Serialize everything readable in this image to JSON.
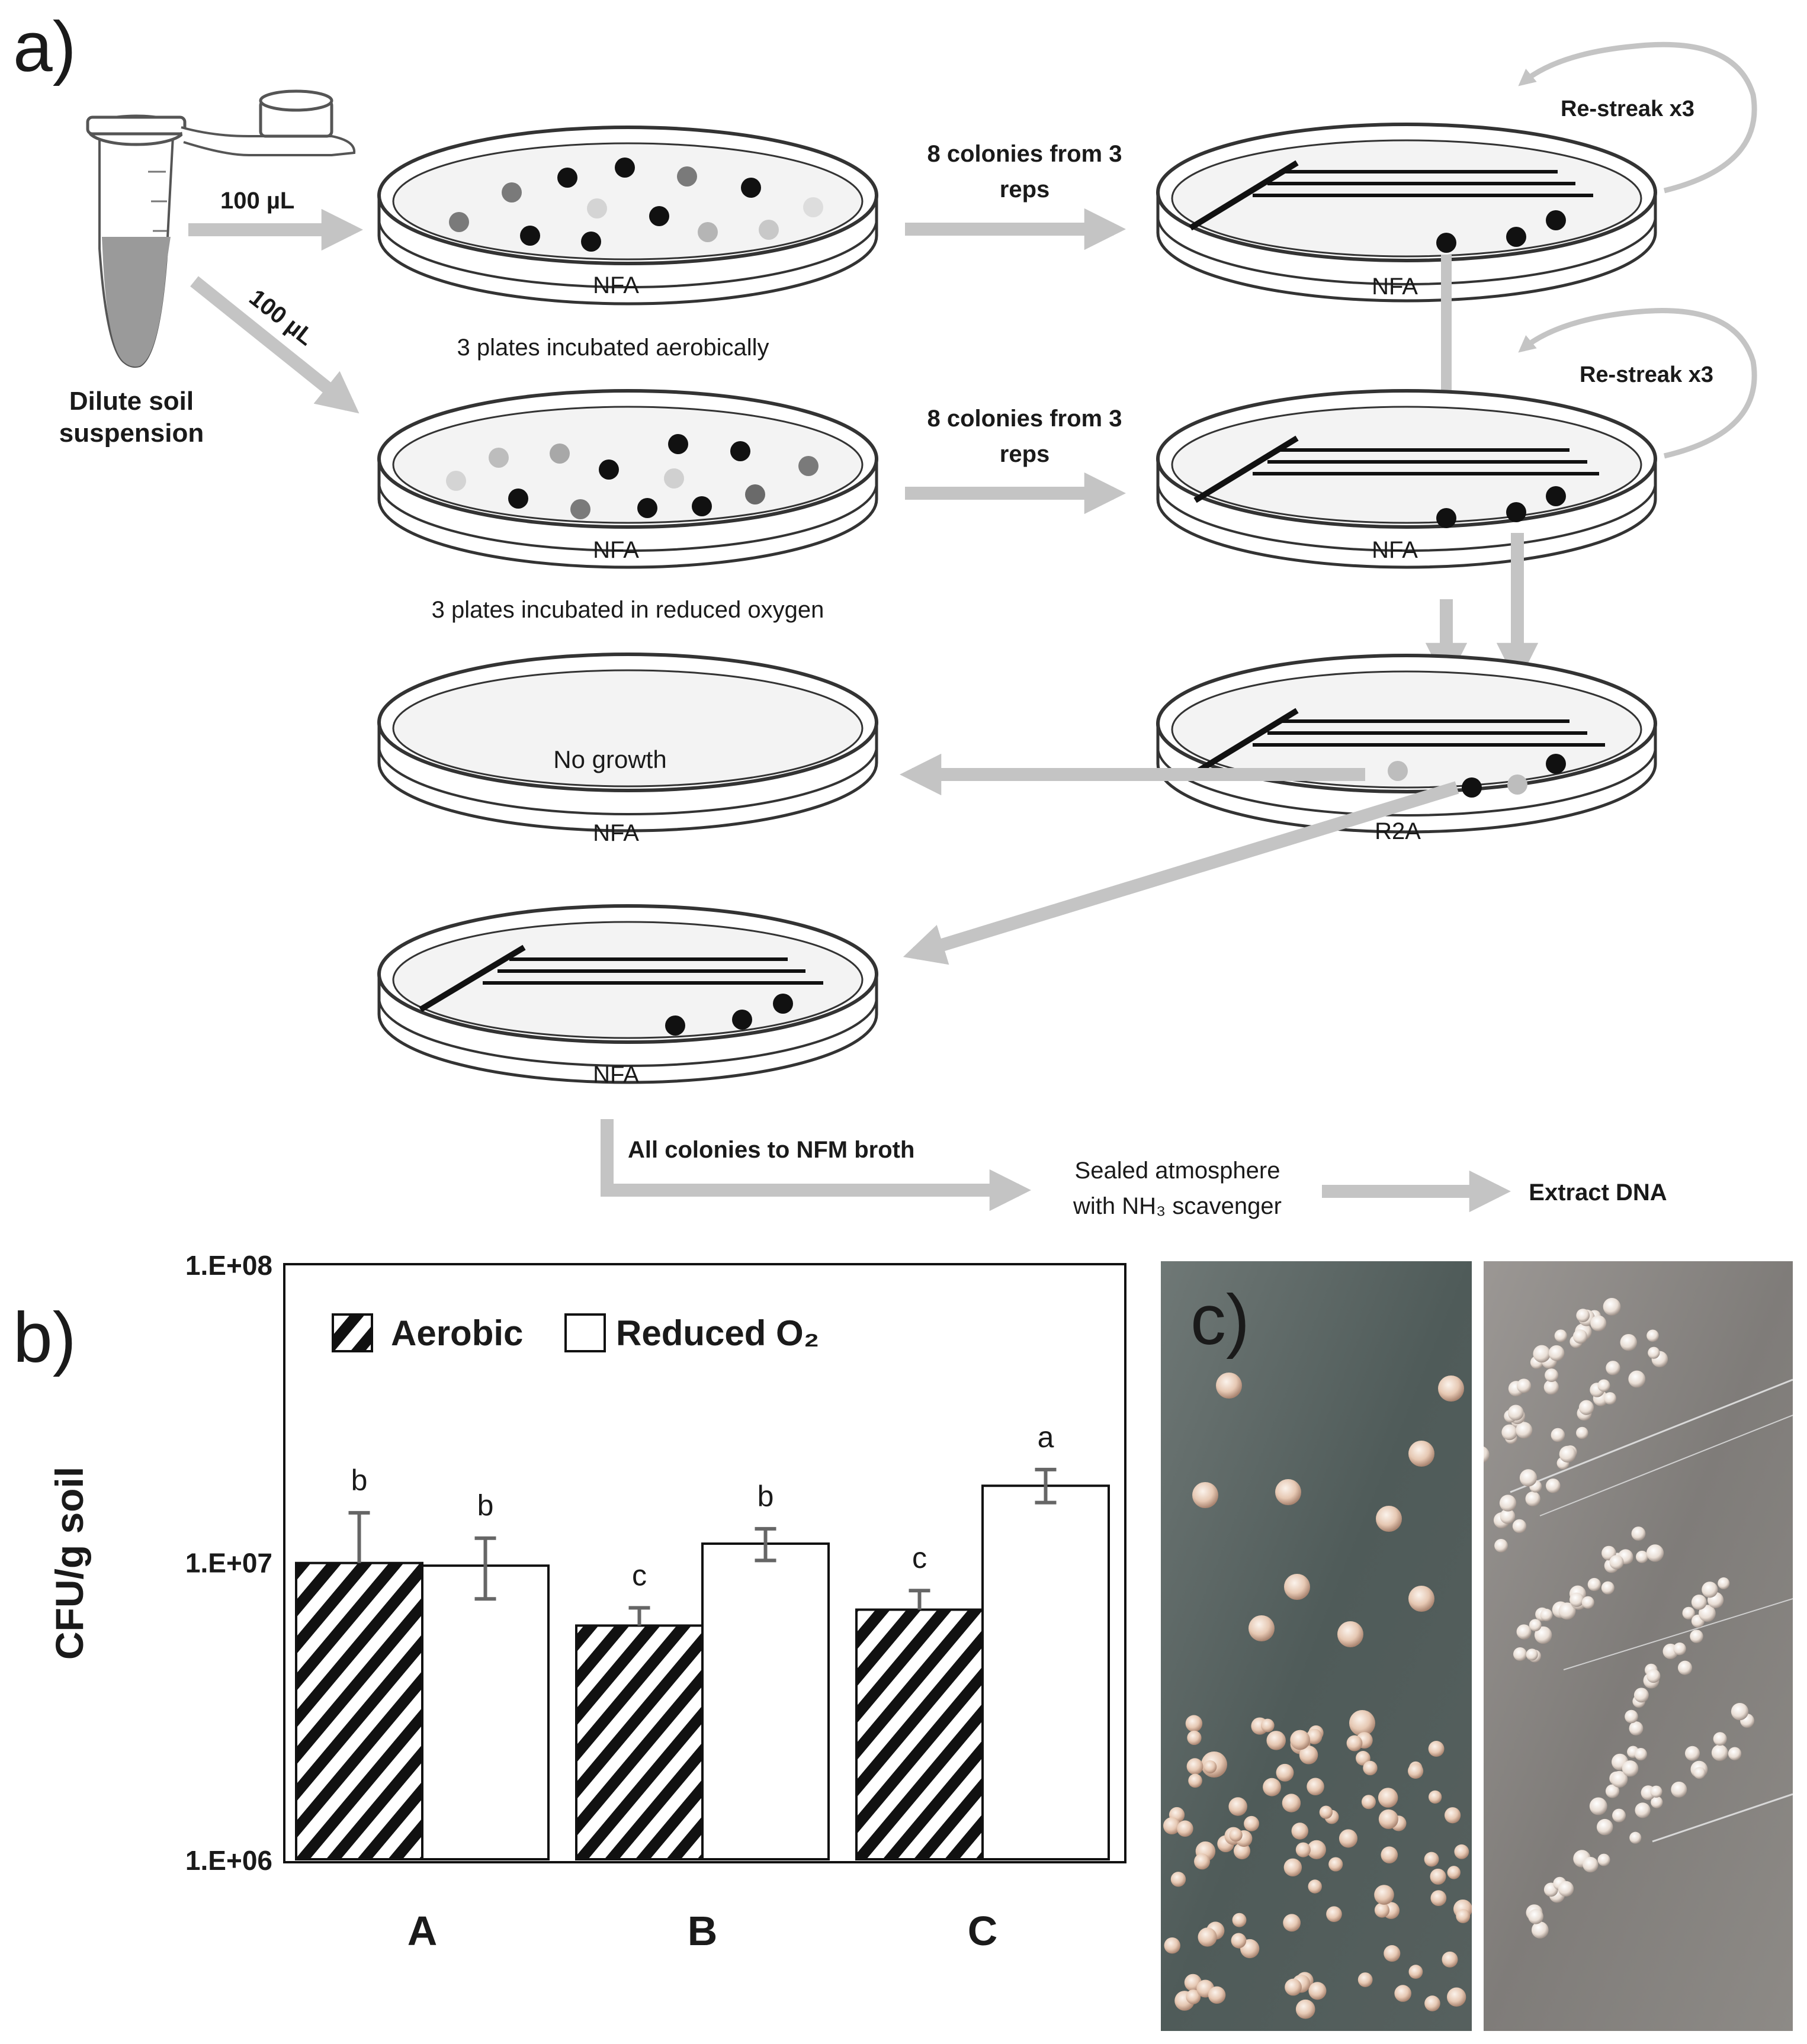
{
  "panels": {
    "a": "a)",
    "b": "b)",
    "c": "c)"
  },
  "panel_a": {
    "tube_label_1": "Dilute soil",
    "tube_label_2": "suspension",
    "volume_1": "100 µL",
    "volume_2": "100 µL",
    "plates": {
      "aerobic": "NFA",
      "reduced": "NFA",
      "restreak_1": "NFA",
      "restreak_2": "NFA",
      "r2a": "R2A",
      "no_growth": "NFA",
      "final": "NFA"
    },
    "no_growth_text": "No growth",
    "caption_aerobic": "3 plates incubated aerobically",
    "caption_reduced": "3 plates incubated in reduced oxygen",
    "arrow_label_1a": "8 colonies from 3",
    "arrow_label_1b": "reps",
    "arrow_label_2a": "8 colonies from 3",
    "arrow_label_2b": "reps",
    "restreak_1": "Re-streak x3",
    "restreak_2": "Re-streak x3",
    "step_broth": "All colonies to NFM broth",
    "step_sealed_1": "Sealed atmosphere",
    "step_sealed_2": "with NH₃ scavenger",
    "step_extract": "Extract DNA"
  },
  "chart_data": {
    "type": "bar",
    "y_scale": "log",
    "ylabel": "CFU/g soil",
    "xlabel": "",
    "ylim": [
      1000000,
      100000000
    ],
    "yticks": [
      "1.E+06",
      "1.E+07",
      "1.E+08"
    ],
    "categories": [
      "A",
      "B",
      "C"
    ],
    "legend_position": "top-left",
    "series": [
      {
        "name": "Aerobic",
        "pattern": "diagonal-hatch",
        "values": [
          9900000,
          6100000,
          6900000
        ],
        "error_upper": [
          14600000,
          7000000,
          8000000
        ],
        "error_lower": [
          9900000,
          6100000,
          6900000
        ],
        "letters": [
          "b",
          "c",
          "c"
        ]
      },
      {
        "name": "Reduced O₂",
        "pattern": "open",
        "values": [
          9700000,
          11500000,
          18000000
        ],
        "error_upper": [
          12000000,
          12900000,
          20400000
        ],
        "error_lower": [
          7500000,
          10100000,
          15800000
        ],
        "letters": [
          "b",
          "b",
          "a"
        ]
      }
    ]
  },
  "colors": {
    "arrow": "#c4c4c4",
    "colony_dark": "#111111",
    "colony_mid": "#7a7a7a",
    "colony_light": "#c8c8c8",
    "photo_left_bg": "#5a6664",
    "photo_right_bg": "#8a8784"
  }
}
